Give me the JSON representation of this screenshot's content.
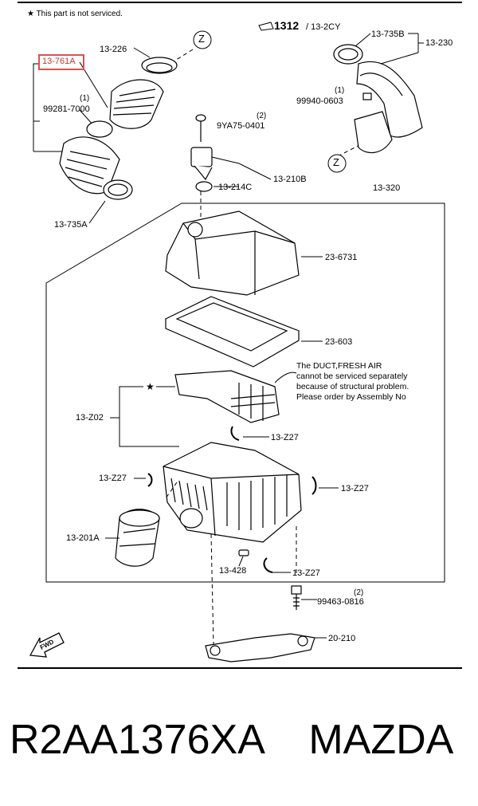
{
  "diagram": {
    "note_top": "This part is not serviced.",
    "ref_code": "1312",
    "ref_code_suffix": "/ 13-2CY",
    "labels": {
      "l_13_226": "13-226",
      "l_13_761A": "13-761A",
      "l_99281": "99281-7000",
      "l_13_735A": "13-735A",
      "l_13_735B": "13-735B",
      "l_13_230": "13-230",
      "l_99940": "99940-0603",
      "l_9YA75": "9YA75-0401",
      "l_13_210B": "13-210B",
      "l_13_214C": "13-214C",
      "l_13_320": "13-320",
      "l_23_6731": "23-6731",
      "l_23_603": "23-603",
      "l_13_Z02": "13-Z02",
      "l_13_Z27_a": "13-Z27",
      "l_13_Z27_b": "13-Z27",
      "l_13_Z27_c": "13-Z27",
      "l_13_Z27_d": "13-Z27",
      "l_13_201A": "13-201A",
      "l_13_428": "13-428",
      "l_99463": "99463-0816",
      "l_20_210": "20-210",
      "z1": "Z",
      "z2": "Z"
    },
    "qty": {
      "q1": "(1)",
      "q2": "(2)",
      "q3": "(1)",
      "q4": "(2)"
    },
    "duct_note": [
      "The DUCT,FRESH AIR",
      "cannot be serviced separately",
      "because of structural problem.",
      "Please order by Assembly No"
    ],
    "fwd": "FWD"
  },
  "footer": {
    "part_number": "R2AA1376XA",
    "brand": "MAZDA"
  }
}
